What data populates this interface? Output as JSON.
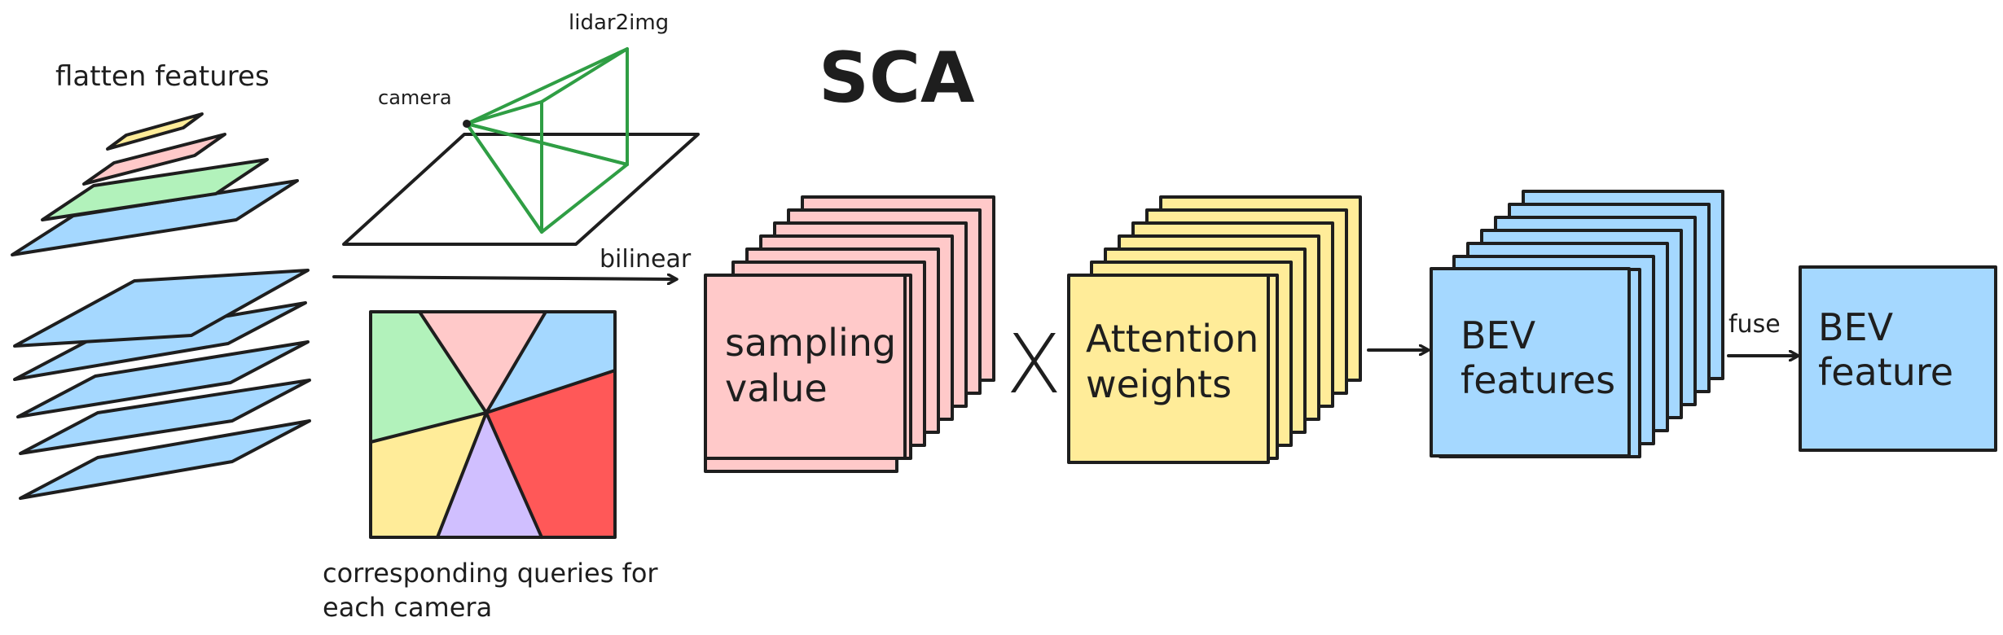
{
  "title": "SCA",
  "labels": {
    "flatten_features": "flatten features",
    "camera": "camera",
    "lidar2img": "lidar2img",
    "bilinear": "bilinear",
    "queries_line1": "corresponding queries for",
    "queries_line2": "each camera",
    "sampling_line1": "sampling",
    "sampling_line2": "value",
    "times": "X",
    "attention_line1": "Attention",
    "attention_line2": "weights",
    "bev_features_line1": "BEV",
    "bev_features_line2": "features",
    "fuse": "fuse",
    "bev_feature_line1": "BEV",
    "bev_feature_line2": "feature"
  },
  "colors": {
    "stroke": "#1e1e1e",
    "blue": "#a5d8ff",
    "green": "#b2f2bb",
    "pink": "#ffc9c9",
    "yellow": "#ffec99",
    "red": "#ff5858",
    "purple": "#d0bfff",
    "frustum": "#2f9e44"
  }
}
